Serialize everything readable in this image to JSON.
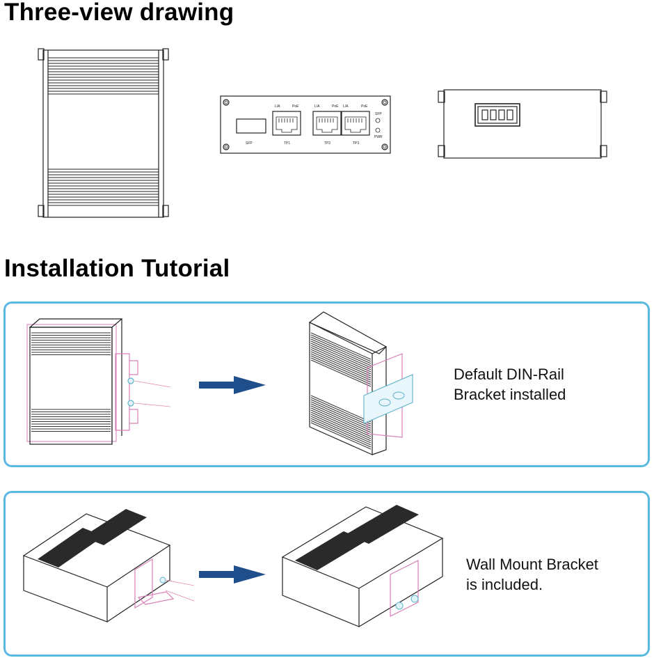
{
  "sections": {
    "three_view_title": "Three-view drawing",
    "install_title": "Installation Tutorial"
  },
  "front_view": {
    "sfp_label": "SFP",
    "ports": [
      {
        "name": "TP1",
        "led1": "L/A",
        "led2": "PoE"
      },
      {
        "name": "TP2",
        "led1": "L/A",
        "led2": "PoE"
      },
      {
        "name": "TP3",
        "led1": "L/A",
        "led2": "PoE"
      }
    ],
    "led_sfp": "SFP",
    "led_pwr": "PWR"
  },
  "steps": [
    {
      "caption_line1": "Default DIN-Rail",
      "caption_line2": "Bracket installed"
    },
    {
      "caption_line1": "Wall Mount Bracket",
      "caption_line2": "is included."
    }
  ],
  "colors": {
    "panel_border": "#5bb8e0",
    "arrow": "#1f4e8c",
    "bracket": "#d77fb6",
    "accent_screw": "#5fb3c9"
  }
}
